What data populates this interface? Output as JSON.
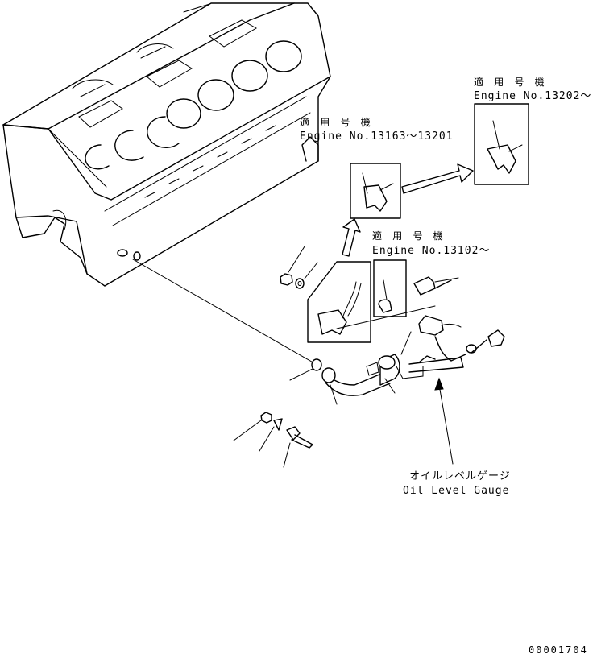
{
  "labels": {
    "applicable_13202": {
      "jp": "適 用 号 機",
      "en": "Engine No.13202～"
    },
    "applicable_13163": {
      "jp": "適 用 号 機",
      "en": "Engine No.13163～13201"
    },
    "applicable_13102": {
      "jp": "適 用 号 機",
      "en": "Engine No.13102～"
    },
    "part_name": {
      "jp": "オイルレベルゲージ",
      "en": "Oil Level Gauge"
    },
    "figure_number": "00001704"
  }
}
